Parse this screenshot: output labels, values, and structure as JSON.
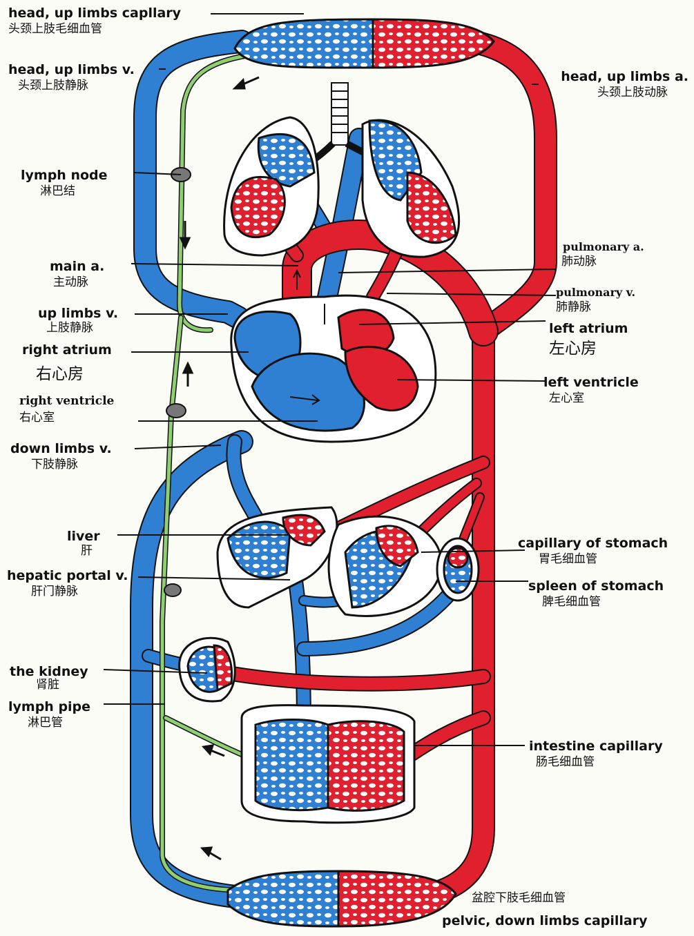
{
  "colors": {
    "artery": "#e0202e",
    "vein": "#2f7fd3",
    "lymph": "#8fcf72",
    "outline": "#111111",
    "background": "#fcfcf7"
  },
  "labels": {
    "head_capillary": {
      "en": "head, up limbs capllary",
      "zh": "头颈上肢毛细血管"
    },
    "head_veins": {
      "en": "head, up limbs v.",
      "zh": "头颈上肢静脉"
    },
    "head_arteries": {
      "en": "head, up limbs a.",
      "zh": "头颈上肢动脉"
    },
    "lymph_node": {
      "en": "lymph node",
      "zh": "淋巴结"
    },
    "main_artery": {
      "en": "main a.",
      "zh": "主动脉"
    },
    "up_limbs_vein": {
      "en": "up limbs v.",
      "zh": "上肢静脉"
    },
    "right_atrium": {
      "en": "right atrium",
      "zh": "右心房"
    },
    "right_ventricle": {
      "en": "right ventricle",
      "zh": "右心室"
    },
    "down_limbs_vein": {
      "en": "down limbs v.",
      "zh": "下肢静脉"
    },
    "pulmonary_artery": {
      "en": "pulmonary a.",
      "zh": "肺动脉"
    },
    "pulmonary_vein": {
      "en": "pulmonary v.",
      "zh": "肺静脉"
    },
    "left_atrium": {
      "en": "left atrium",
      "zh": "左心房"
    },
    "left_ventricle": {
      "en": "left ventricle",
      "zh": "左心室"
    },
    "liver": {
      "en": "liver",
      "zh": "肝"
    },
    "hepatic_portal": {
      "en": "hepatic portal v.",
      "zh": "肝门静脉"
    },
    "capillary_stomach": {
      "en": "capillary of stomach",
      "zh": "胃毛细血管"
    },
    "spleen_stomach": {
      "en": "spleen of stomach",
      "zh": "脾毛细血管"
    },
    "kidney": {
      "en": "the kidney",
      "zh": "肾脏"
    },
    "lymph_pipe": {
      "en": "lymph pipe",
      "zh": "淋巴管"
    },
    "intestine_capillary": {
      "en": "intestine capillary",
      "zh": "肠毛细血管"
    },
    "pelvic_capillary": {
      "en": "pelvic, down limbs capillary",
      "zh": "盆腔下肢毛细血管"
    }
  }
}
